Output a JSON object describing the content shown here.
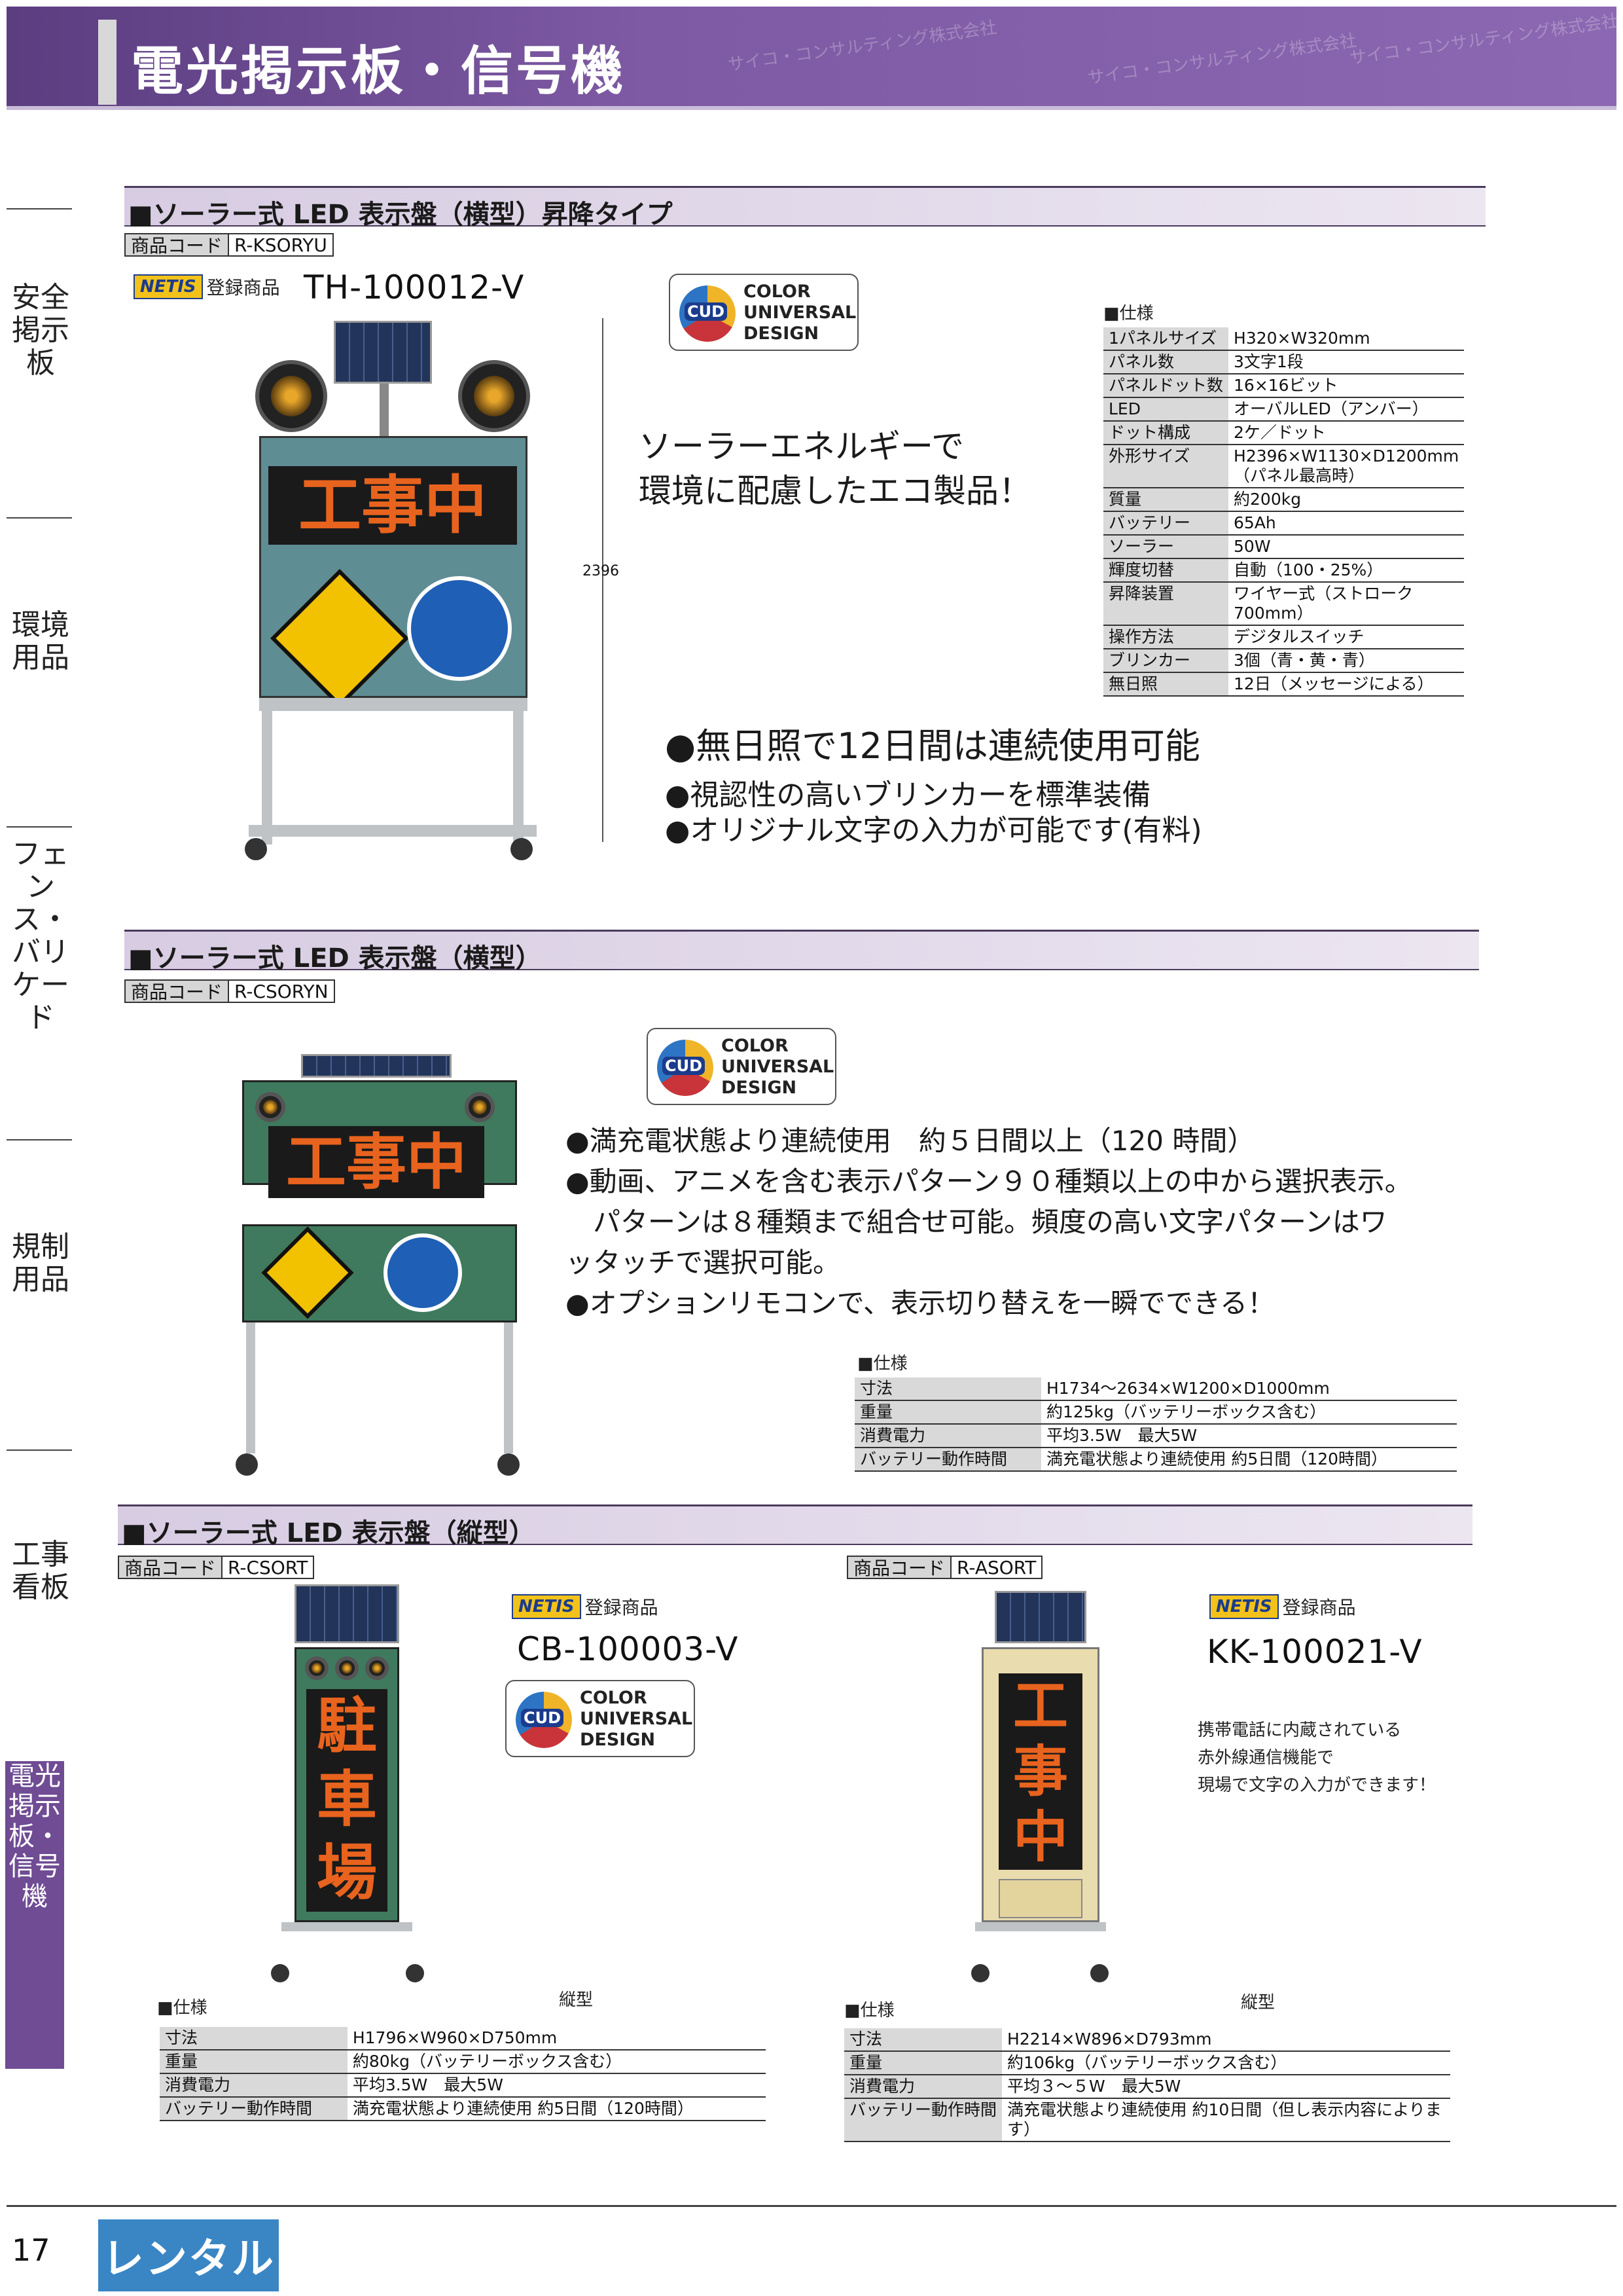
{
  "header": {
    "title": "電光掲示板・信号機",
    "watermark": "サイコ・コンサルティング株式会社"
  },
  "sidebar": {
    "items": [
      "安全掲示板",
      "環境用品",
      "フェンス・バリケード",
      "規制用品",
      "工事看板",
      "電光掲示板・信号機"
    ]
  },
  "section1": {
    "title": "■ソーラー式 LED 表示盤（横型）昇降タイプ",
    "code_key": "商品コード",
    "code": "R-KSORYU",
    "netis_logo": "NETIS",
    "netis_label": "登録商品",
    "netis_no": "TH-100012-V",
    "cud": {
      "l1": "COLOR",
      "l2": "UNIVERSAL",
      "l3": "DESIGN",
      "badge": "CUD"
    },
    "height_dim": "2396",
    "led_text": "工事中",
    "slogan1": "ソーラーエネルギーで",
    "slogan2": "環境に配慮したエコ製品！",
    "spec_heading": "■仕様",
    "spec": [
      [
        "1パネルサイズ",
        "H320×W320mm"
      ],
      [
        "パネル数",
        "3文字1段"
      ],
      [
        "パネルドット数",
        "16×16ビット"
      ],
      [
        "LED",
        "オーバルLED（アンバー）"
      ],
      [
        "ドット構成",
        "2ケ／ドット"
      ],
      [
        "外形サイズ",
        "H2396×W1130×D1200mm（パネル最高時）"
      ],
      [
        "質量",
        "約200kg"
      ],
      [
        "バッテリー",
        "65Ah"
      ],
      [
        "ソーラー",
        "50W"
      ],
      [
        "輝度切替",
        "自動（100・25%）"
      ],
      [
        "昇降装置",
        "ワイヤー式（ストローク700mm）"
      ],
      [
        "操作方法",
        "デジタルスイッチ"
      ],
      [
        "ブリンカー",
        "3個（青・黄・青）"
      ],
      [
        "無日照",
        "12日（メッセージによる）"
      ]
    ],
    "bullets_big": "●無日照で12日間は連続使用可能",
    "bullets": [
      "●視認性の高いブリンカーを標準装備",
      "●オリジナル文字の入力が可能です(有料)"
    ]
  },
  "section2": {
    "title": "■ソーラー式 LED 表示盤（横型）",
    "code_key": "商品コード",
    "code": "R-CSORYN",
    "cud": {
      "l1": "COLOR",
      "l2": "UNIVERSAL",
      "l3": "DESIGN",
      "badge": "CUD"
    },
    "led_text": "工事中",
    "bullets": [
      "●満充電状態より連続使用　約５日間以上（120 時間）",
      "●動画、アニメを含む表示パターン９０種類以上の中から選択表示。",
      "　パターンは８種類まで組合せ可能。頻度の高い文字パターンはワ",
      "ッタッチで選択可能。",
      "●オプションリモコンで、表示切り替えを一瞬でできる！"
    ],
    "spec_heading": "■仕様",
    "spec": [
      [
        "寸法",
        "H1734～2634×W1200×D1000mm"
      ],
      [
        "重量",
        "約125kg（バッテリーボックス含む）"
      ],
      [
        "消費電力",
        "平均3.5W　最大5W"
      ],
      [
        "バッテリー動作時間",
        "満充電状態より連続使用 約5日間（120時間）"
      ]
    ]
  },
  "section3": {
    "title": "■ソーラー式 LED 表示盤（縦型）",
    "left": {
      "code_key": "商品コード",
      "code": "R-CSORT",
      "netis_logo": "NETIS",
      "netis_label": "登録商品",
      "netis_no": "CB-100003-V",
      "cud": {
        "l1": "COLOR",
        "l2": "UNIVERSAL",
        "l3": "DESIGN",
        "badge": "CUD"
      },
      "led_text": [
        "駐",
        "車",
        "場"
      ],
      "spec_heading": "■仕様",
      "type_label": "縦型",
      "spec": [
        [
          "寸法",
          "H1796×W960×D750mm"
        ],
        [
          "重量",
          "約80kg（バッテリーボックス含む）"
        ],
        [
          "消費電力",
          "平均3.5W　最大5W"
        ],
        [
          "バッテリー動作時間",
          "満充電状態より連続使用 約5日間（120時間）"
        ]
      ]
    },
    "right": {
      "code_key": "商品コード",
      "code": "R-ASORT",
      "netis_logo": "NETIS",
      "netis_label": "登録商品",
      "netis_no": "KK-100021-V",
      "led_text": [
        "工",
        "事",
        "中"
      ],
      "note": [
        "携帯電話に内蔵されている",
        "赤外線通信機能で",
        "現場で文字の入力ができます！"
      ],
      "spec_heading": "■仕様",
      "type_label": "縦型",
      "spec": [
        [
          "寸法",
          "H2214×W896×D793mm"
        ],
        [
          "重量",
          "約106kg（バッテリーボックス含む）"
        ],
        [
          "消費電力",
          "平均３～５W　最大5W"
        ],
        [
          "バッテリー動作時間",
          "満充電状態より連続使用 約10日間（但し表示内容によります）"
        ]
      ]
    }
  },
  "footer": {
    "page": "17",
    "tab": "レンタル"
  }
}
